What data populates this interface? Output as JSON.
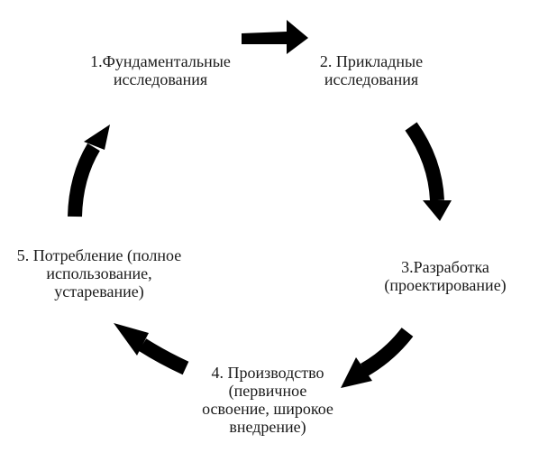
{
  "diagram": {
    "stages": [
      {
        "id": 1,
        "label": "1.Фундаментальные\nисследования"
      },
      {
        "id": 2,
        "label": "2. Прикладные\nисследования"
      },
      {
        "id": 3,
        "label": "3.Разработка\n(проектирование)"
      },
      {
        "id": 4,
        "label": "4. Производство\n(первичное\nосвоение, широкое\nвнедрение)"
      },
      {
        "id": 5,
        "label": "5. Потребление (полное\nиспользование,\nустаревание)"
      }
    ],
    "arrows": [
      {
        "from": 1,
        "to": 2,
        "name": "arrow-1-to-2"
      },
      {
        "from": 2,
        "to": 3,
        "name": "arrow-2-to-3"
      },
      {
        "from": 3,
        "to": 4,
        "name": "arrow-3-to-4"
      },
      {
        "from": 4,
        "to": 5,
        "name": "arrow-4-to-5"
      },
      {
        "from": 5,
        "to": 1,
        "name": "arrow-5-to-1"
      }
    ],
    "arrow_color": "#000000",
    "text_color": "#1a1a1a"
  }
}
